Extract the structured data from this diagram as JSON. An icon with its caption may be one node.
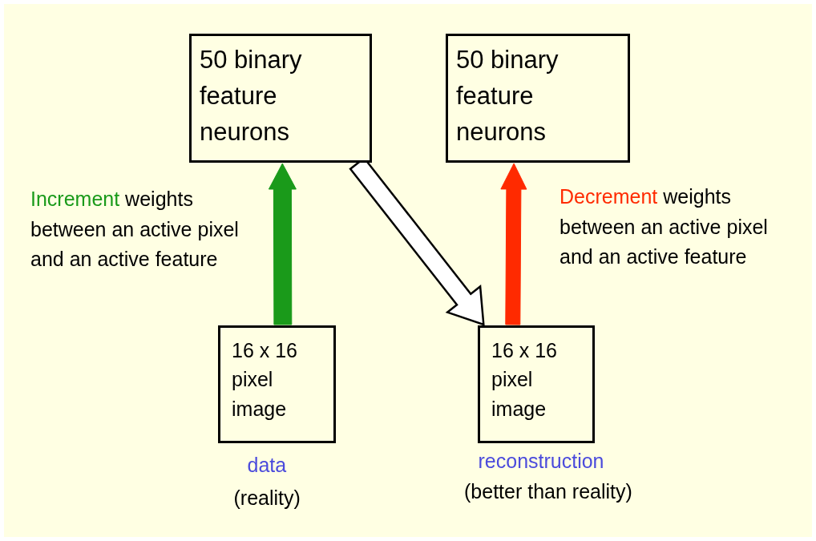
{
  "diagram": {
    "nodes": [
      {
        "text": [
          "50 binary feature neurons"
        ]
      },
      {
        "text": [
          "50 binary feature neurons"
        ]
      },
      {
        "text": [
          "16 x 16 pixel image"
        ],
        "beside": [
          "data",
          "(reality)"
        ]
      },
      {
        "text": [
          "16 x 16 pixel image"
        ],
        "beside": [
          "reconstruction",
          "(better than reality)"
        ]
      }
    ],
    "edges": [
      {
        "from": 2,
        "to": 0,
        "arrow": "to",
        "style": "thick",
        "color": "#1a9a1a",
        "label": "Increment weights between an active pixel and an active feature"
      },
      {
        "from": 0,
        "to": 3,
        "arrow": "to",
        "style": "thick",
        "color": "#ffffff"
      },
      {
        "from": 3,
        "to": 1,
        "arrow": "to",
        "style": "thick",
        "color": "#ff2a00",
        "label": "Decrement weights between an active pixel and an active feature"
      }
    ]
  }
}
